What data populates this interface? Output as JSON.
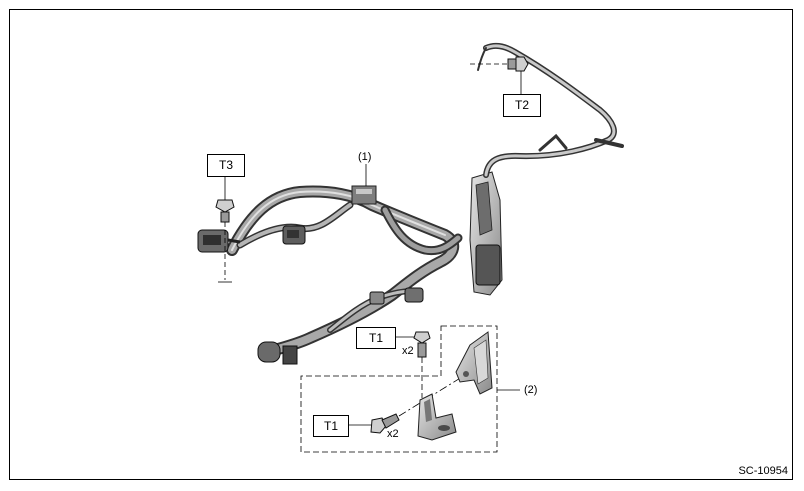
{
  "diagram": {
    "figure_code": "SC-10954",
    "callouts": {
      "part_1": "(1)",
      "part_2": "(2)"
    },
    "torque_labels": {
      "t3": "T3",
      "t2": "T2",
      "t1_upper": "T1",
      "t1_lower": "T1"
    },
    "quantity_labels": {
      "upper": "x2",
      "lower": "x2"
    },
    "colors": {
      "line": "#000000",
      "harness_dark": "#5a5a5a",
      "harness_mid": "#9a9a9a",
      "harness_light": "#cfcfcf",
      "bracket": "#bdbdbd"
    }
  }
}
